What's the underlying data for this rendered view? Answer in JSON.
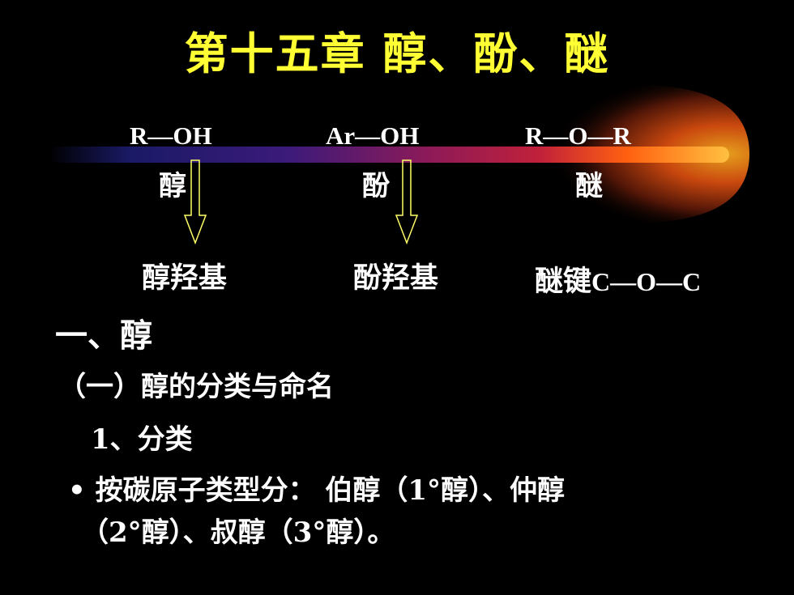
{
  "title": "第十五章  醇、酚、醚",
  "classes": [
    {
      "formula": "R—OH",
      "name": "醇",
      "group": "醇羟基"
    },
    {
      "formula": "Ar—OH",
      "name": "酚",
      "group": "酚羟基"
    },
    {
      "formula": "R—O—R",
      "name": "醚",
      "group": "醚键",
      "group_formula": "C—O—C"
    }
  ],
  "section": "一、醇",
  "subsection": "（一）醇的分类与命名",
  "item": "1、分类",
  "bullet_line1": "• 按碳原子类型分：  伯醇（1°醇）、仲醇",
  "bullet_line2": "（2°醇）、叔醇（3°醇）。",
  "colors": {
    "background": "#000000",
    "title": "#ffff33",
    "text": "#ffffff",
    "arrow": "#ffff66"
  }
}
